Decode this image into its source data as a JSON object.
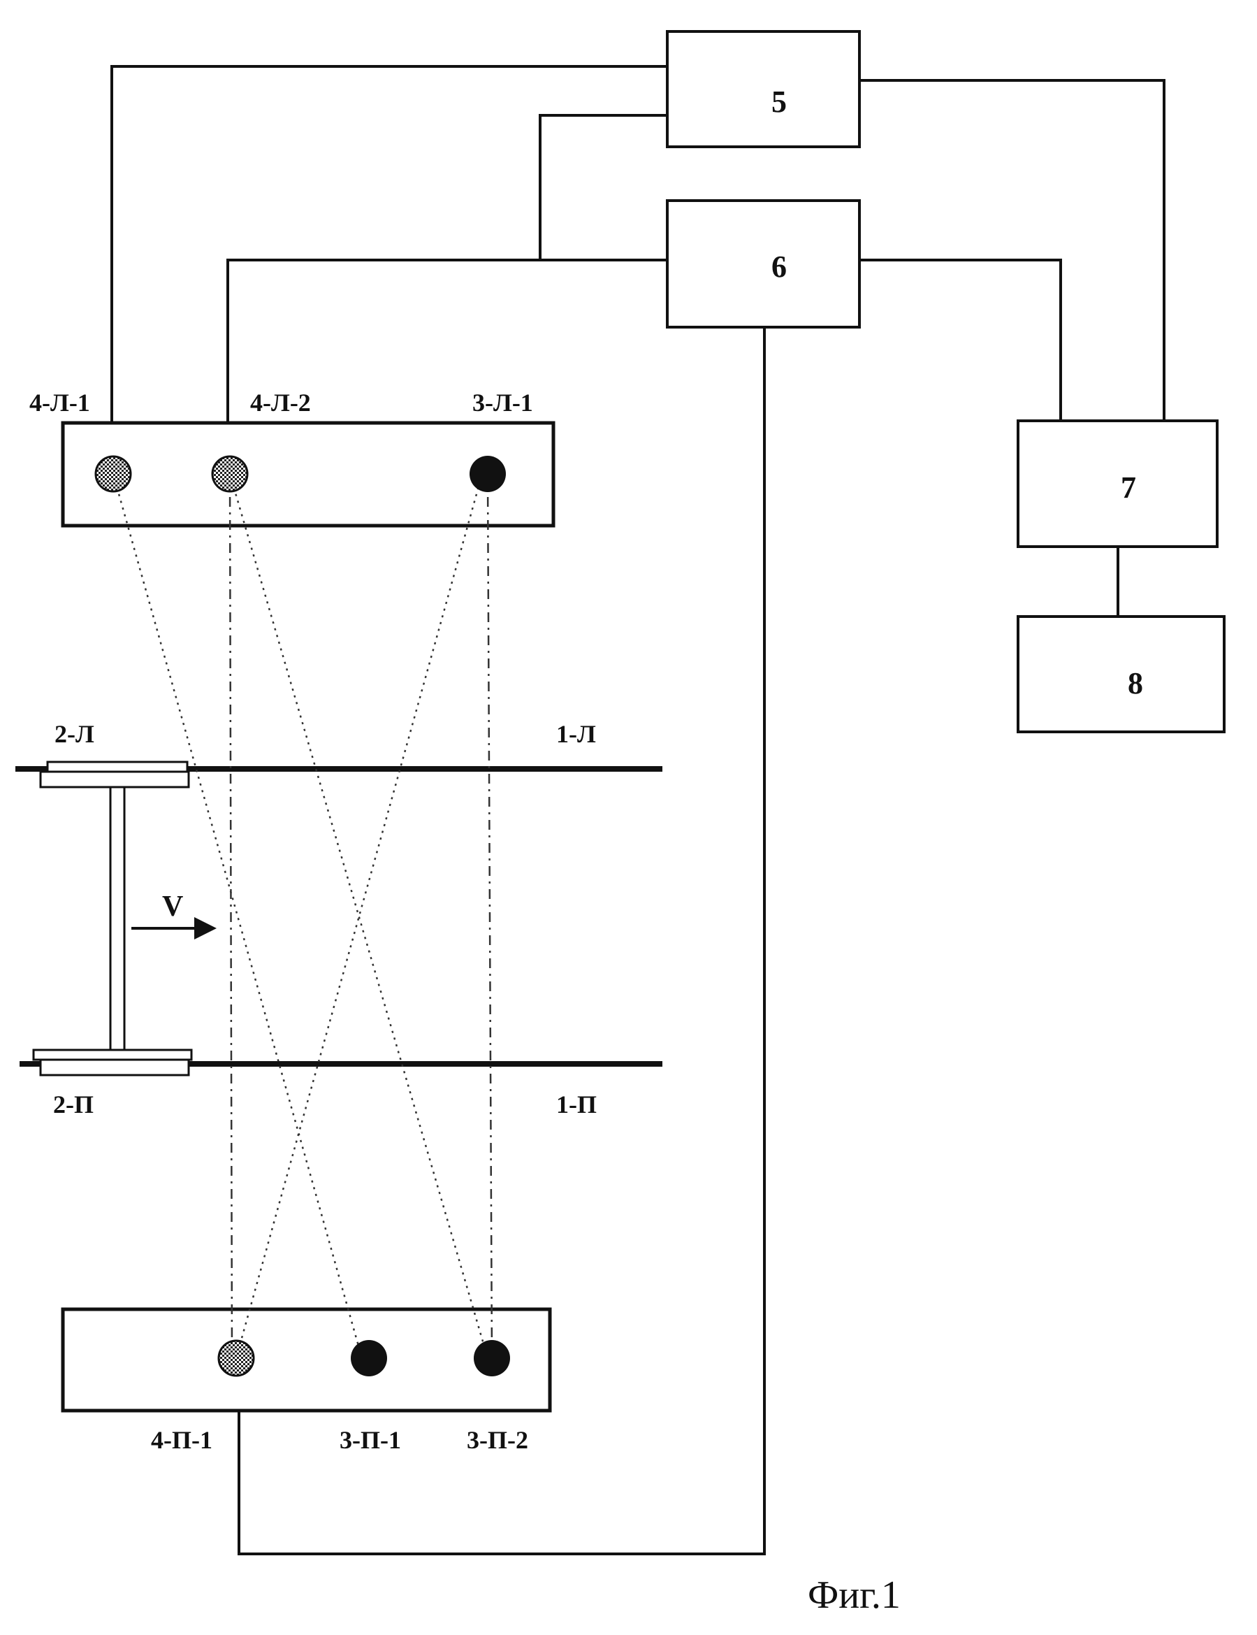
{
  "blocks": [
    {
      "id": "5",
      "label": "5"
    },
    {
      "id": "6",
      "label": "6"
    },
    {
      "id": "7",
      "label": "7"
    },
    {
      "id": "8",
      "label": "8"
    }
  ],
  "sensor_labels": {
    "l_4_1": "4-Л-1",
    "l_4_2": "4-Л-2",
    "l_3_1": "3-Л-1",
    "p_4_1": "4-П-1",
    "p_3_1": "3-П-1",
    "p_3_2": "3-П-2"
  },
  "rail_labels": {
    "wheel_left": "2-Л",
    "rail_left": "1-Л",
    "wheel_right": "2-П",
    "rail_right": "1-П"
  },
  "velocity_label": "V",
  "caption": "Фиг.1",
  "colors": {
    "line": "#111111",
    "emitter_fill": "#111111",
    "receiver_fill": "#9a9a9a"
  }
}
